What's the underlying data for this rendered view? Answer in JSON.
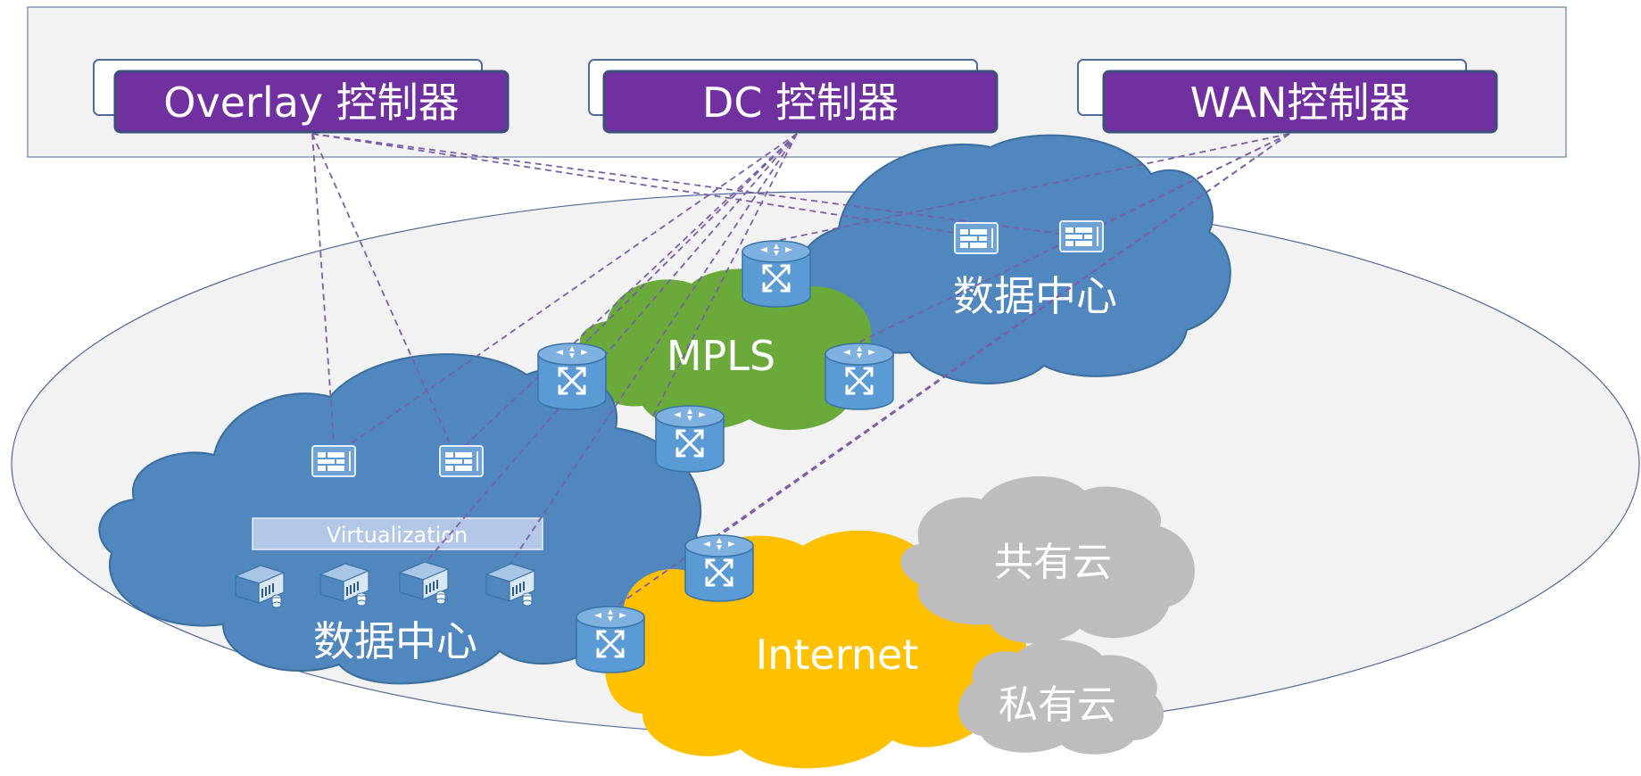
{
  "controllers": {
    "overlay": "Overlay 控制器",
    "dc": "DC 控制器",
    "wan": "WAN控制器"
  },
  "clouds": {
    "datacenter_left": "数据中心",
    "datacenter_right": "数据中心",
    "mpls": "MPLS",
    "internet": "Internet",
    "public_cloud": "共有云",
    "private_cloud": "私有云"
  },
  "virtualization_label": "Virtualization",
  "colors": {
    "controller_fill": "#7030A0",
    "datacenter_cloud": "#4F87BE",
    "mpls_cloud": "#6AAA3A",
    "internet_cloud": "#FFC000",
    "grey_cloud": "#BDBDBD",
    "router": "#5B9BD5",
    "link": "#7B5EA7"
  },
  "icons": {
    "router": "router-icon",
    "firewall": "firewall-icon",
    "server": "server-icon"
  }
}
